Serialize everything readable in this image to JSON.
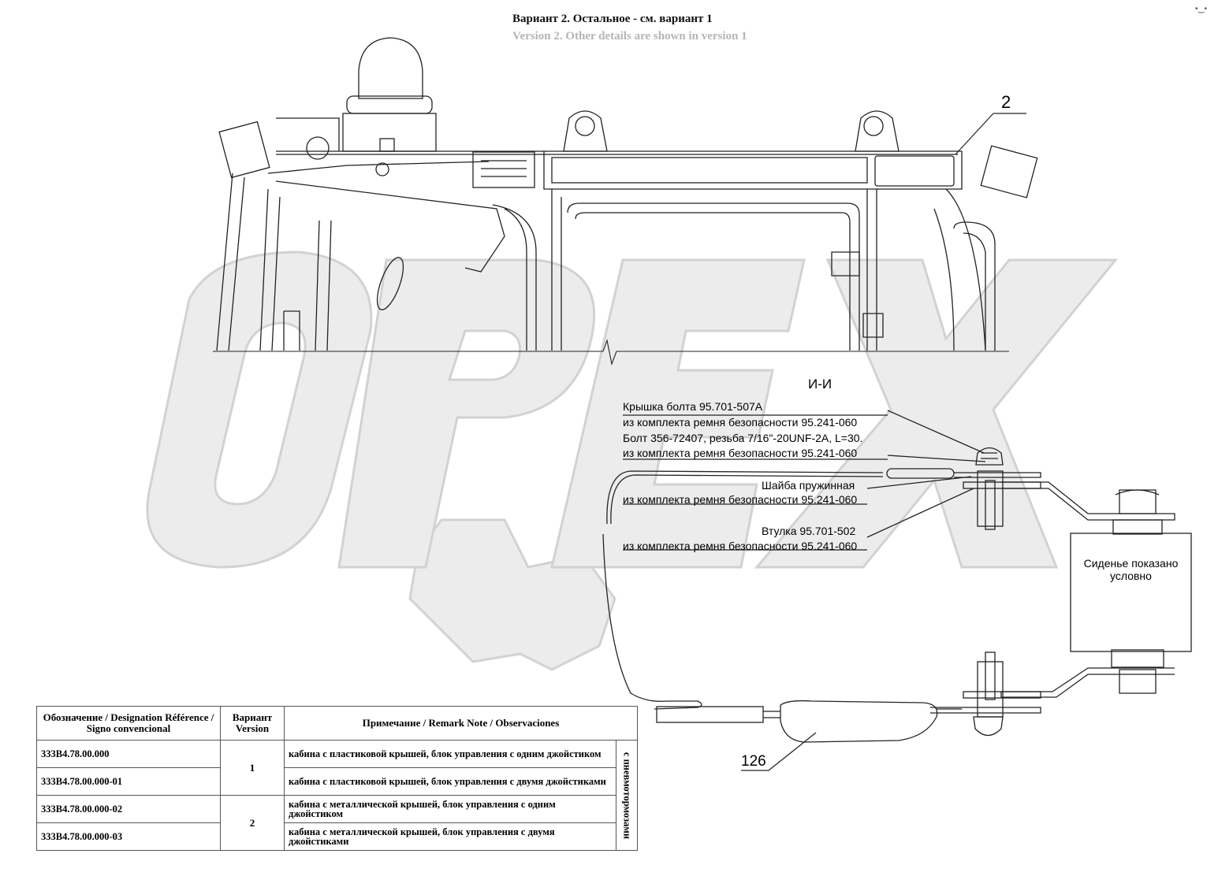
{
  "header": {
    "ru": "Вариант 2. Остальное - см. вариант 1",
    "en": "Version 2. Other details are shown in version 1"
  },
  "corner_mark": "•‿•",
  "watermark": {
    "text": "OPEX",
    "color": "#e6e6e6"
  },
  "position_labels": {
    "pos2": "2",
    "pos126": "126"
  },
  "section": {
    "label": "И-И",
    "callouts": [
      {
        "line1": "Крышка болта  95.701-507А",
        "line2": "из комплекта ремня безопасности 95.241-060"
      },
      {
        "line1": "Болт  356-72407, резьба 7/16\"-20UNF-2A, L=30.",
        "line2": "из комплекта ремня безопасности 95.241-060"
      },
      {
        "line1": "Шайба пружинная",
        "line2": "из комплекта ремня безопасности 95.241-060"
      },
      {
        "line1": "Втулка  95.701-502",
        "line2": "из комплекта ремня безопасности 95.241-060"
      }
    ],
    "seat_label": "Сиденье показано условно"
  },
  "table": {
    "headers": {
      "designation": "Обозначение / Designation Référence / Signo convencional",
      "version": "Вариант Version",
      "remark": "Примечание / Remark Note / Observaciones"
    },
    "rows": [
      {
        "designation": "333В4.78.00.000",
        "note": "кабина с пластиковой крышей, блок управления с одним джойстиком"
      },
      {
        "designation": "333В4.78.00.000-01",
        "note": "кабина с пластиковой крышей, блок управления с двумя джойстиками"
      },
      {
        "designation": "333В4.78.00.000-02",
        "note": "кабина с металлической крышей, блок управления с одним джойстиком"
      },
      {
        "designation": "333В4.78.00.000-03",
        "note": "кабина с металлической крышей, блок управления с двумя джойстиками"
      }
    ],
    "version_groups": [
      "1",
      "2"
    ],
    "side_note": "с пневмотормозами"
  }
}
